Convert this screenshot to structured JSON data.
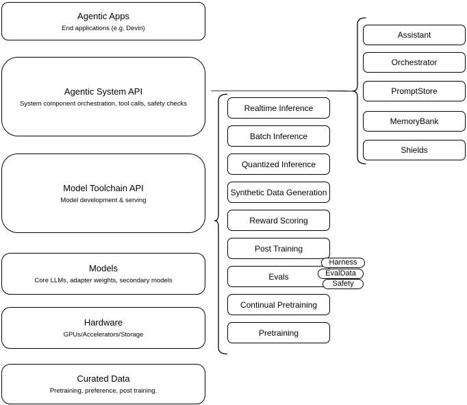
{
  "stack": {
    "boxes": [
      {
        "title": "Agentic Apps",
        "subtitle": "End applications (e.g. Devin)"
      },
      {
        "title": "Agentic System API",
        "subtitle": "System component orchestration, tool calls, safety checks"
      },
      {
        "title": "Model Toolchain API",
        "subtitle": "Model development & serving"
      },
      {
        "title": "Models",
        "subtitle": "Core LLMs, adapter weights, secondary models"
      },
      {
        "title": "Hardware",
        "subtitle": "GPUs/Accelerators/Storage"
      },
      {
        "title": "Curated Data",
        "subtitle": "Pretraining, preference, post training."
      }
    ]
  },
  "toolchain": {
    "items": [
      {
        "label": "Realtime Inference"
      },
      {
        "label": "Batch Inference"
      },
      {
        "label": "Quantized Inference"
      },
      {
        "label": "Synthetic Data Generation"
      },
      {
        "label": "Reward Scoring"
      },
      {
        "label": "Post Training"
      },
      {
        "label": "Evals"
      },
      {
        "label": "Continual Pretraining"
      },
      {
        "label": "Pretraining"
      }
    ],
    "eval_tags": [
      {
        "label": "Harness"
      },
      {
        "label": "EvalData"
      },
      {
        "label": "Safety"
      }
    ]
  },
  "system_components": {
    "items": [
      {
        "label": "Assistant"
      },
      {
        "label": "Orchestrator"
      },
      {
        "label": "PromptStore"
      },
      {
        "label": "MemoryBank"
      },
      {
        "label": "Shields"
      }
    ]
  },
  "colors": {
    "stroke": "#000000",
    "background": "#ffffff",
    "connector_gray": "#6e6e6e"
  }
}
